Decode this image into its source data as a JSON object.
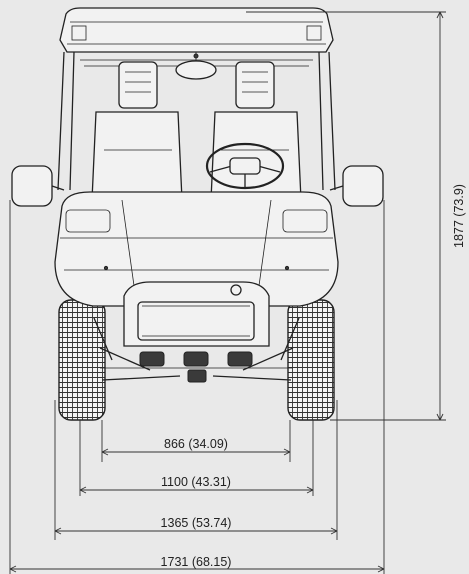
{
  "dimensions": {
    "track_front": "866 (34.09)",
    "inner_width": "1100 (43.31)",
    "outer_width": "1365 (53.74)",
    "overall_width": "1731 (68.15)",
    "overall_height": "1877 (73.9)"
  },
  "colors": {
    "background": "#e9e9e9",
    "line": "#222222",
    "body_fill": "#f2f2f2",
    "tire": "#3a3a3a"
  }
}
